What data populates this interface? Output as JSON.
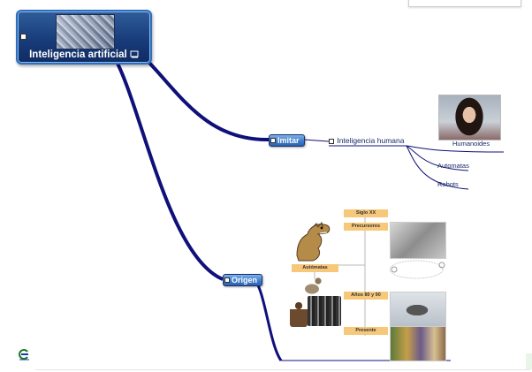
{
  "root": {
    "label": "Inteligencia artificial",
    "icon": "note-icon"
  },
  "branches": {
    "imitar": {
      "label": "Imitar",
      "child": "Inteligencia humana",
      "items": [
        "Humanoides",
        "Automatas",
        "Robots"
      ]
    },
    "origen": {
      "label": "Origen",
      "automatas_label": "Autómatas",
      "timeline": [
        "Siglo XX",
        "Precursores",
        "Años 80 y 90",
        "Presente"
      ]
    }
  },
  "colors": {
    "root_bg": "#173a78",
    "root_border": "#2a6fc2",
    "topic_bg": "#3f7dcc",
    "branch_line": "#10107a",
    "tag_bg": "#f7c77a"
  },
  "footer": {
    "icon": "hyperlink-icon"
  }
}
